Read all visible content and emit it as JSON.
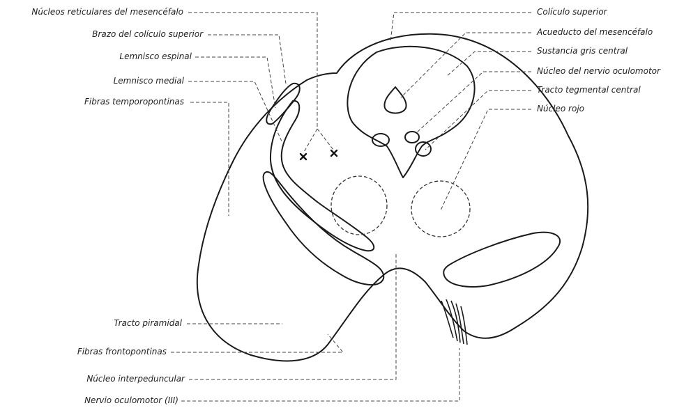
{
  "labels_left": [
    {
      "id": "nucleos-reticulares",
      "text": "Núcleos reticulares del mesencéfalo"
    },
    {
      "id": "brazo-coliculo-superior",
      "text": "Brazo del colículo superior"
    },
    {
      "id": "lemnisco-espinal",
      "text": "Lemnisco espinal"
    },
    {
      "id": "lemnisco-medial",
      "text": "Lemnisco medial"
    },
    {
      "id": "fibras-temporopontinas",
      "text": "Fibras temporopontinas"
    },
    {
      "id": "tracto-piramidal",
      "text": "Tracto piramidal"
    },
    {
      "id": "fibras-frontopontinas",
      "text": "Fibras frontopontinas"
    },
    {
      "id": "nucleo-interpeduncular",
      "text": "Núcleo interpeduncular"
    },
    {
      "id": "nervio-oculomotor",
      "text": "Nervio oculomotor (III)"
    }
  ],
  "labels_right": [
    {
      "id": "coliculo-superior",
      "text": "Colículo superior"
    },
    {
      "id": "acueducto-mesencefalo",
      "text": "Acueducto del mesencéfalo"
    },
    {
      "id": "sustancia-gris-central",
      "text": "Sustancia gris central"
    },
    {
      "id": "nucleo-nervio-oculomotor",
      "text": "Núcleo del nervio oculomotor"
    },
    {
      "id": "tracto-tegmental-central",
      "text": "Tracto tegmental central"
    },
    {
      "id": "nucleo-rojo",
      "text": "Núcleo rojo"
    }
  ]
}
